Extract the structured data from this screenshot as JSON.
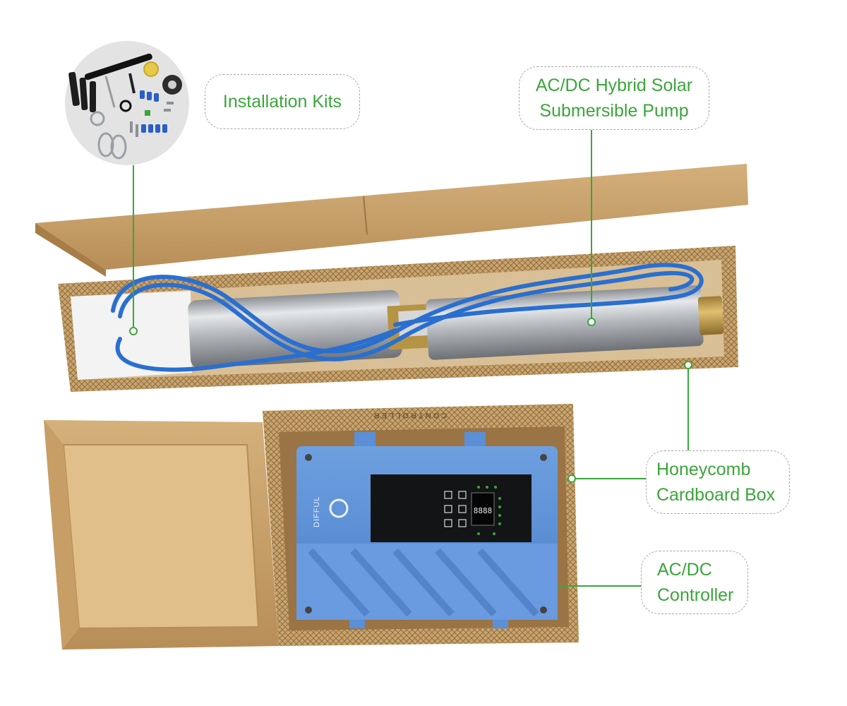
{
  "callouts": {
    "installation_kits": "Installation Kits",
    "pump": {
      "line1": "AC/DC Hybrid Solar",
      "line2": "Submersible Pump"
    },
    "honeycomb_box": {
      "line1": "Honeycomb",
      "line2": "Cardboard Box"
    },
    "controller": {
      "line1": "AC/DC",
      "line2": "Controller"
    }
  },
  "controller_brand": "DIFFUL",
  "controller_lid_print": "CONTROLLER",
  "controller_display": "8888",
  "colors": {
    "callout_text": "#3aa63a",
    "leader_line": "#3aa63a",
    "callout_border": "#a8a8a8",
    "cardboard": "#c9a46e",
    "controller_blue": "#5b8fd6",
    "cable_blue": "#2a6fd0"
  }
}
